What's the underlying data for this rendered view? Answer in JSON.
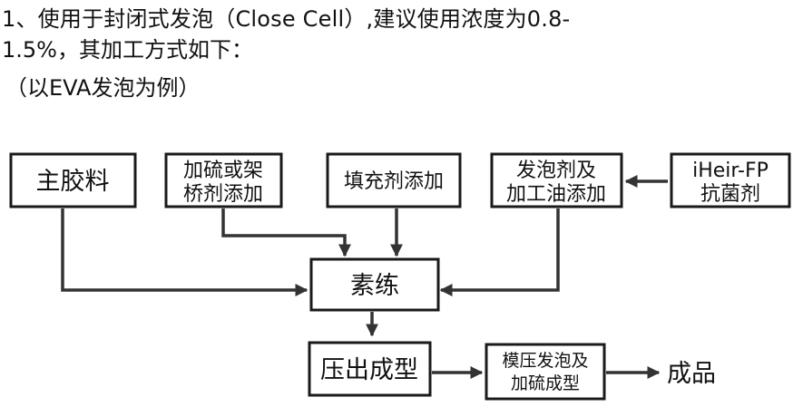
{
  "intro": {
    "line1": "1、使用于封闭式发泡（Close Cell）,建议使用浓度为0.8-",
    "line2": "1.5%，其加工方式如下：",
    "line3": "（以EVA发泡为例）"
  },
  "diagram": {
    "nodes": {
      "main_rubber": "主胶料",
      "vulcanizer_line1": "加硫或架",
      "vulcanizer_line2": "桥剂添加",
      "filler": "填充剂添加",
      "foaming_line1": "发泡剂及",
      "foaming_line2": "加工油添加",
      "antibac_line1": "iHeir-FP",
      "antibac_line2": "抗菌剂",
      "kneading": "素练",
      "extrusion": "压出成型",
      "molding_line1": "模压发泡及",
      "molding_line2": "加硫成型",
      "product": "成品"
    }
  }
}
